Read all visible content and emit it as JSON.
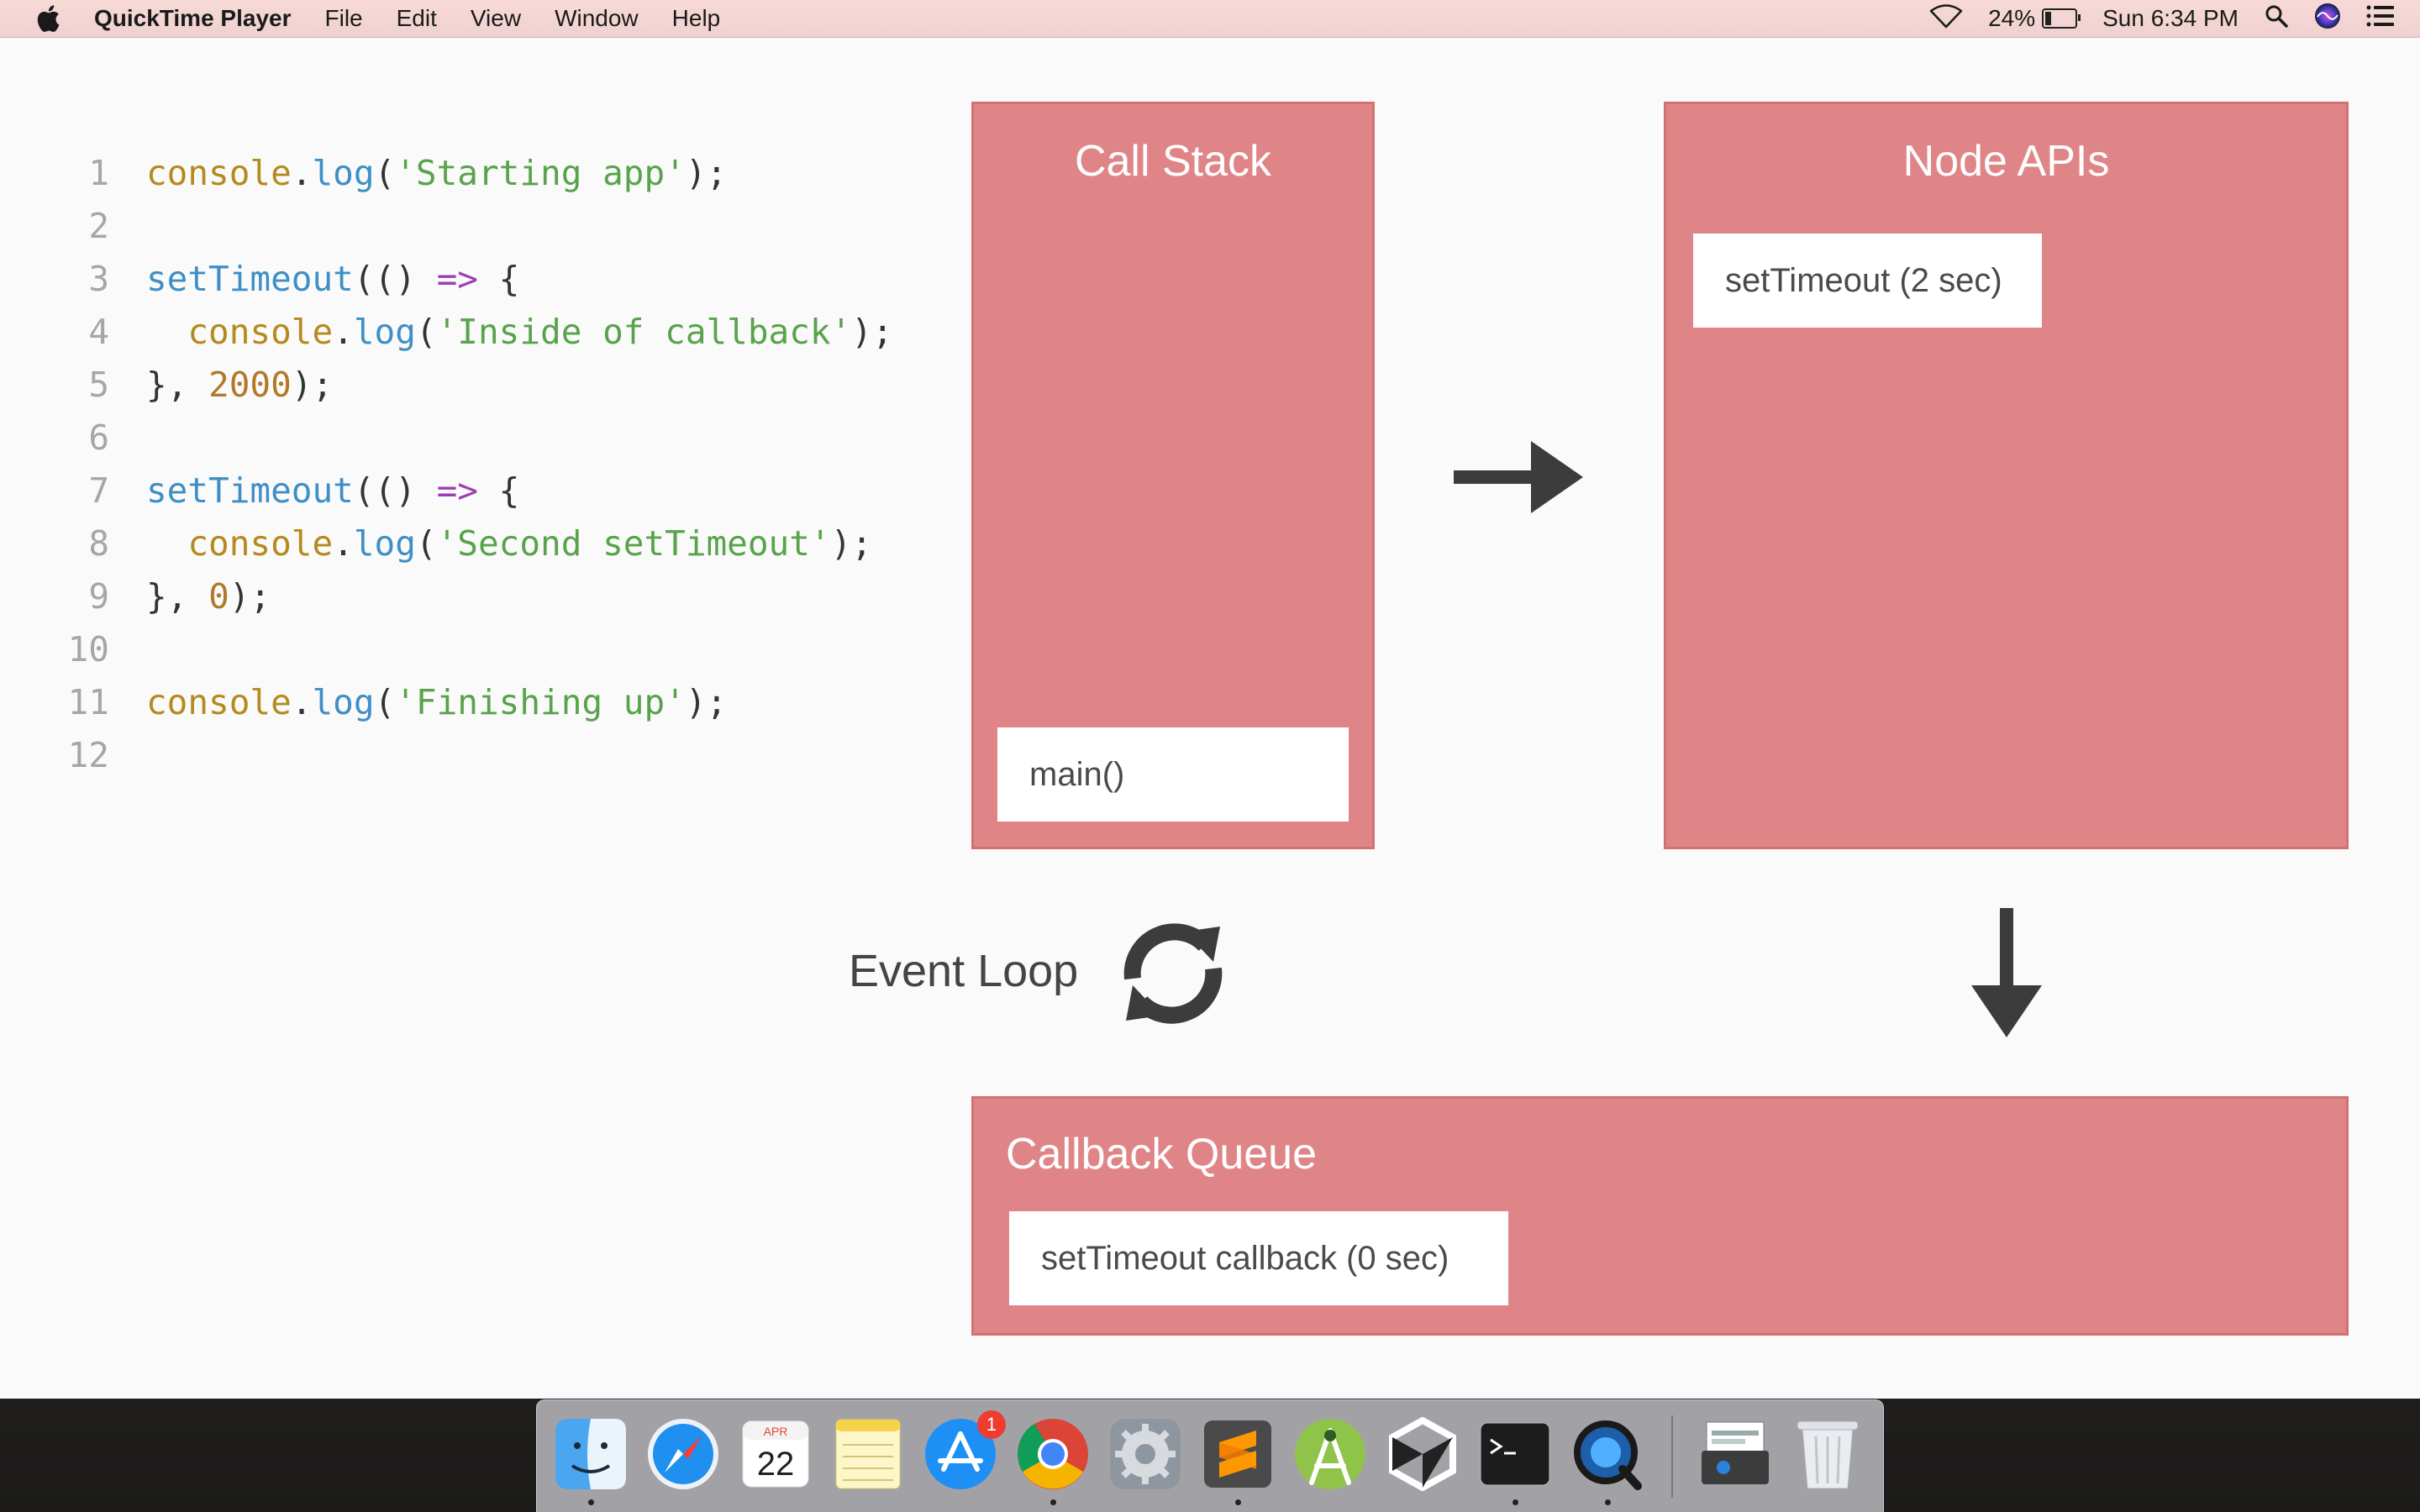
{
  "menubar": {
    "app_name": "QuickTime Player",
    "menus": [
      "File",
      "Edit",
      "View",
      "Window",
      "Help"
    ],
    "battery_percent": "24%",
    "battery_level": 0.24,
    "clock": "Sun 6:34 PM"
  },
  "code": {
    "line_numbers": [
      "1",
      "2",
      "3",
      "4",
      "5",
      "6",
      "7",
      "8",
      "9",
      "10",
      "11",
      "12"
    ],
    "lines": [
      [
        {
          "t": "console",
          "c": "obj"
        },
        {
          "t": ".",
          "c": "p"
        },
        {
          "t": "log",
          "c": "fn"
        },
        {
          "t": "(",
          "c": "p"
        },
        {
          "t": "'Starting app'",
          "c": "str"
        },
        {
          "t": ");",
          "c": "p"
        }
      ],
      [],
      [
        {
          "t": "setTimeout",
          "c": "fn"
        },
        {
          "t": "(() ",
          "c": "p"
        },
        {
          "t": "=>",
          "c": "kw"
        },
        {
          "t": " {",
          "c": "p"
        }
      ],
      [
        {
          "t": "  console",
          "c": "obj"
        },
        {
          "t": ".",
          "c": "p"
        },
        {
          "t": "log",
          "c": "fn"
        },
        {
          "t": "(",
          "c": "p"
        },
        {
          "t": "'Inside of callback'",
          "c": "str"
        },
        {
          "t": ");",
          "c": "p"
        }
      ],
      [
        {
          "t": "}, ",
          "c": "p"
        },
        {
          "t": "2000",
          "c": "num"
        },
        {
          "t": ");",
          "c": "p"
        }
      ],
      [],
      [
        {
          "t": "setTimeout",
          "c": "fn"
        },
        {
          "t": "(() ",
          "c": "p"
        },
        {
          "t": "=>",
          "c": "kw"
        },
        {
          "t": " {",
          "c": "p"
        }
      ],
      [
        {
          "t": "  console",
          "c": "obj"
        },
        {
          "t": ".",
          "c": "p"
        },
        {
          "t": "log",
          "c": "fn"
        },
        {
          "t": "(",
          "c": "p"
        },
        {
          "t": "'Second setTimeout'",
          "c": "str"
        },
        {
          "t": ");",
          "c": "p"
        }
      ],
      [
        {
          "t": "}, ",
          "c": "p"
        },
        {
          "t": "0",
          "c": "num"
        },
        {
          "t": ");",
          "c": "p"
        }
      ],
      [],
      [
        {
          "t": "console",
          "c": "obj"
        },
        {
          "t": ".",
          "c": "p"
        },
        {
          "t": "log",
          "c": "fn"
        },
        {
          "t": "(",
          "c": "p"
        },
        {
          "t": "'Finishing up'",
          "c": "str"
        },
        {
          "t": ");",
          "c": "p"
        }
      ],
      []
    ]
  },
  "diagram": {
    "call_stack": {
      "title": "Call Stack",
      "items": [
        "main()"
      ]
    },
    "node_apis": {
      "title": "Node APIs",
      "items": [
        "setTimeout (2 sec)"
      ]
    },
    "callback_queue": {
      "title": "Callback Queue",
      "items": [
        "setTimeout callback (0 sec)"
      ]
    },
    "event_loop_label": "Event Loop"
  },
  "dock": {
    "items": [
      "finder-icon",
      "safari-icon",
      "calendar-icon",
      "notes-icon",
      "app-store-icon",
      "chrome-icon",
      "system-preferences-icon",
      "sublime-text-icon",
      "android-studio-icon",
      "unity-icon",
      "terminal-icon",
      "quicktime-icon",
      "preview-icon",
      "trash-icon"
    ],
    "calendar": {
      "month": "APR",
      "day": "22"
    },
    "app_store_badge": "1"
  },
  "colors": {
    "panel": "#e08587",
    "arrow": "#3c3c3c",
    "slide_bg": "#fafafa"
  }
}
